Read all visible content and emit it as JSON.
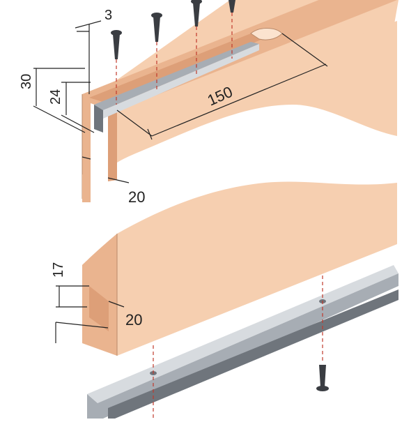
{
  "colors": {
    "wood_face": "#f6cfb0",
    "wood_edge": "#eab48f",
    "wood_shadow": "#dd9f78",
    "rail_light": "#d7dbdf",
    "rail_mid": "#a7adb4",
    "rail_dark": "#6f757c",
    "screw": "#3a3d42",
    "guide_line": "#c0392b",
    "dimension_line": "#222222"
  },
  "dimensions": {
    "top_gap": "3",
    "panel_height": "30",
    "groove_depth": "24",
    "slot_length": "150",
    "top_thickness": "20",
    "bottom_groove": "17",
    "bottom_thickness": "20"
  }
}
